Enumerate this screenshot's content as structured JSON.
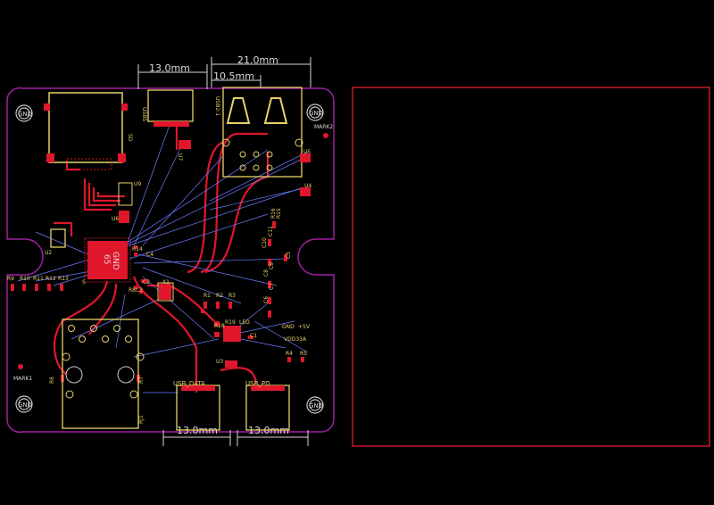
{
  "dimensions": {
    "top_left": "13.0mm",
    "top_mid": "10.5mm",
    "top_right": "21.0mm",
    "bottom_left": "13.0mm",
    "bottom_right": "13.0mm"
  },
  "mount_label": "GND",
  "chip_labels": {
    "gnd": "GND",
    "num": "65"
  },
  "refs": {
    "sd": "SD",
    "usbs": "USBS",
    "usb2": "USB2-1",
    "u7": "U7",
    "u5": "U5",
    "u4": "U4",
    "u9": "U9",
    "u6": "U6",
    "u2": "U2",
    "r16": "R16",
    "r15": "R15",
    "c10": "C10",
    "c11": "C11",
    "c9": "C9",
    "c5": "C5",
    "c8": "C8",
    "c7": "C7",
    "c6": "C6",
    "r14": "R14",
    "c4": "C4",
    "c2": "C2",
    "x1": "X1",
    "c3": "C3",
    "r8": "R8",
    "s": "S",
    "r9": "R9",
    "r10": "R10",
    "r11": "R11",
    "r12": "R12",
    "r13": "R13",
    "r1": "R1",
    "r2": "R2",
    "r3": "R3",
    "r5": "R5",
    "r4": "R4",
    "r18": "R18",
    "r19": "R19",
    "led": "LED",
    "c1": "C1",
    "u3": "U3",
    "usb_data": "USB_DATA",
    "usb_pd": "USB_PD",
    "r6": "R6",
    "r7": "R7",
    "rj1": "RJ1",
    "mark1": "MARK1",
    "mark2": "MARK2",
    "gnd_pad": "GND",
    "p5v": "+5V",
    "vdd": "VDD33A"
  },
  "colors": {
    "board_outline": "#a020a0",
    "copper": "#e0162b",
    "silkscreen": "#e8d26a",
    "ratsnest": "#6b7bff",
    "dimension": "#d9d9d9",
    "frame": "#d01a2a"
  }
}
